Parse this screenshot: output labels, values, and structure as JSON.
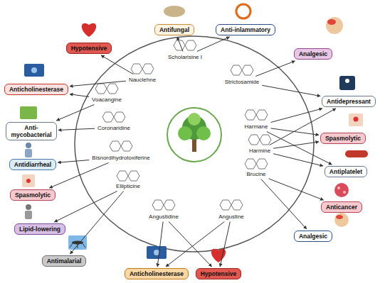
{
  "diagram": {
    "nodes": [
      {
        "text": [
          "Hypotensive"
        ]
      },
      {
        "text": [
          "Antifungal"
        ]
      },
      {
        "text": [
          "Anti-inlammatory"
        ]
      },
      {
        "text": [
          "Analgesic"
        ]
      },
      {
        "text": [
          "Anticholinesterase"
        ]
      },
      {
        "text": [
          "Scholarisine I"
        ]
      },
      {
        "text": [
          "Nauclehne"
        ]
      },
      {
        "text": [
          "Strictosamide"
        ]
      },
      {
        "text": [
          "Antidepressant"
        ]
      },
      {
        "text": [
          "Voacangine"
        ]
      },
      {
        "text": [
          "Harmane"
        ]
      },
      {
        "text": [
          "Anti-mycobacterial"
        ]
      },
      {
        "text": [
          "Coronaridine"
        ]
      },
      {
        "text": [
          "Spasmolytic"
        ]
      },
      {
        "text": [
          "Harmine"
        ]
      },
      {
        "text": [
          "Bisnordihydrotoxiferine"
        ]
      },
      {
        "text": [
          "Antidiarrheal"
        ]
      },
      {
        "text": [
          "Brucine"
        ]
      },
      {
        "text": [
          "Antiplatelet"
        ]
      },
      {
        "text": [
          "Ellipticine"
        ]
      },
      {
        "text": [
          "Spasmolytic"
        ]
      },
      {
        "text": [
          "Anticancer"
        ]
      },
      {
        "text": [
          "Angustidine"
        ]
      },
      {
        "text": [
          "Angustine"
        ]
      },
      {
        "text": [
          "Lipid-lowering"
        ]
      },
      {
        "text": [
          "Analgesic"
        ]
      },
      {
        "text": [
          "Antimalarial"
        ]
      },
      {
        "text": [
          "Anticholinesterase"
        ]
      },
      {
        "text": [
          "Hypotensive"
        ]
      }
    ],
    "edges": [
      {
        "from": 5,
        "to": 1,
        "arrow": "to"
      },
      {
        "from": 5,
        "to": 2,
        "arrow": "to"
      },
      {
        "from": 7,
        "to": 3,
        "arrow": "to"
      },
      {
        "from": 7,
        "to": 8,
        "arrow": "to"
      },
      {
        "from": 10,
        "to": 8,
        "arrow": "to"
      },
      {
        "from": 10,
        "to": 13,
        "arrow": "to"
      },
      {
        "from": 10,
        "to": 18,
        "arrow": "to"
      },
      {
        "from": 14,
        "to": 8,
        "arrow": "to"
      },
      {
        "from": 14,
        "to": 13,
        "arrow": "to"
      },
      {
        "from": 14,
        "to": 18,
        "arrow": "to"
      },
      {
        "from": 17,
        "to": 21,
        "arrow": "to"
      },
      {
        "from": 17,
        "to": 25,
        "arrow": "to"
      },
      {
        "from": 6,
        "to": 0,
        "arrow": "to"
      },
      {
        "from": 6,
        "to": 4,
        "arrow": "to"
      },
      {
        "from": 9,
        "to": 4,
        "arrow": "to"
      },
      {
        "from": 9,
        "to": 11,
        "arrow": "to"
      },
      {
        "from": 12,
        "to": 11,
        "arrow": "to"
      },
      {
        "from": 15,
        "to": 16,
        "arrow": "to"
      },
      {
        "from": 15,
        "to": 20,
        "arrow": "to"
      },
      {
        "from": 19,
        "to": 24,
        "arrow": "to"
      },
      {
        "from": 19,
        "to": 26,
        "arrow": "to"
      },
      {
        "from": 22,
        "to": 27,
        "arrow": "to"
      },
      {
        "from": 22,
        "to": 28,
        "arrow": "to"
      },
      {
        "from": 23,
        "to": 27,
        "arrow": "to"
      },
      {
        "from": 23,
        "to": 28,
        "arrow": "to"
      }
    ]
  }
}
